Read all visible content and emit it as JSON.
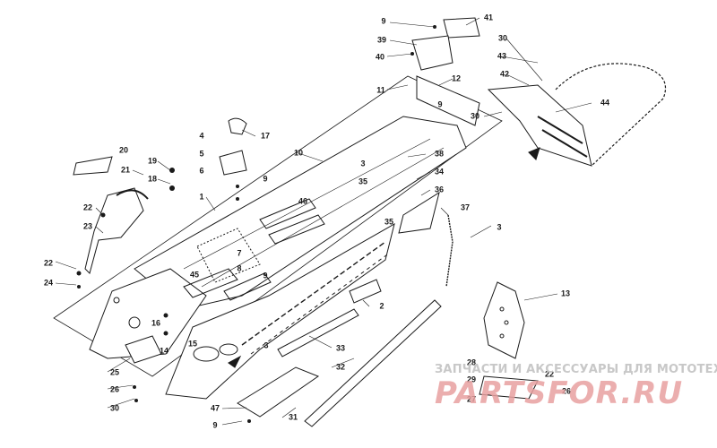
{
  "callouts": [
    "9",
    "41",
    "39",
    "40",
    "30",
    "43",
    "42",
    "44",
    "11",
    "12",
    "9",
    "30",
    "17",
    "4",
    "5",
    "6",
    "10",
    "3",
    "38",
    "20",
    "21",
    "19",
    "18",
    "1",
    "9",
    "46",
    "34",
    "35",
    "36",
    "22",
    "23",
    "37",
    "3",
    "35",
    "7",
    "8",
    "45",
    "9",
    "22",
    "24",
    "13",
    "16",
    "14",
    "15",
    "2",
    "3",
    "33",
    "25",
    "26",
    "30",
    "32",
    "28",
    "29",
    "22",
    "27",
    "26",
    "47",
    "31",
    "9"
  ],
  "watermark": {
    "line1": "ЗАПЧАСТИ И АКСЕССУАРЫ ДЛЯ МОТОТЕХНИКИ",
    "logo": "PARTSFOR.RU",
    "color_light": "#c8c8c8",
    "color_accent": "#e8a0a0"
  },
  "colors": {
    "ink": "#1a1a1a",
    "paper": "#ffffff"
  }
}
